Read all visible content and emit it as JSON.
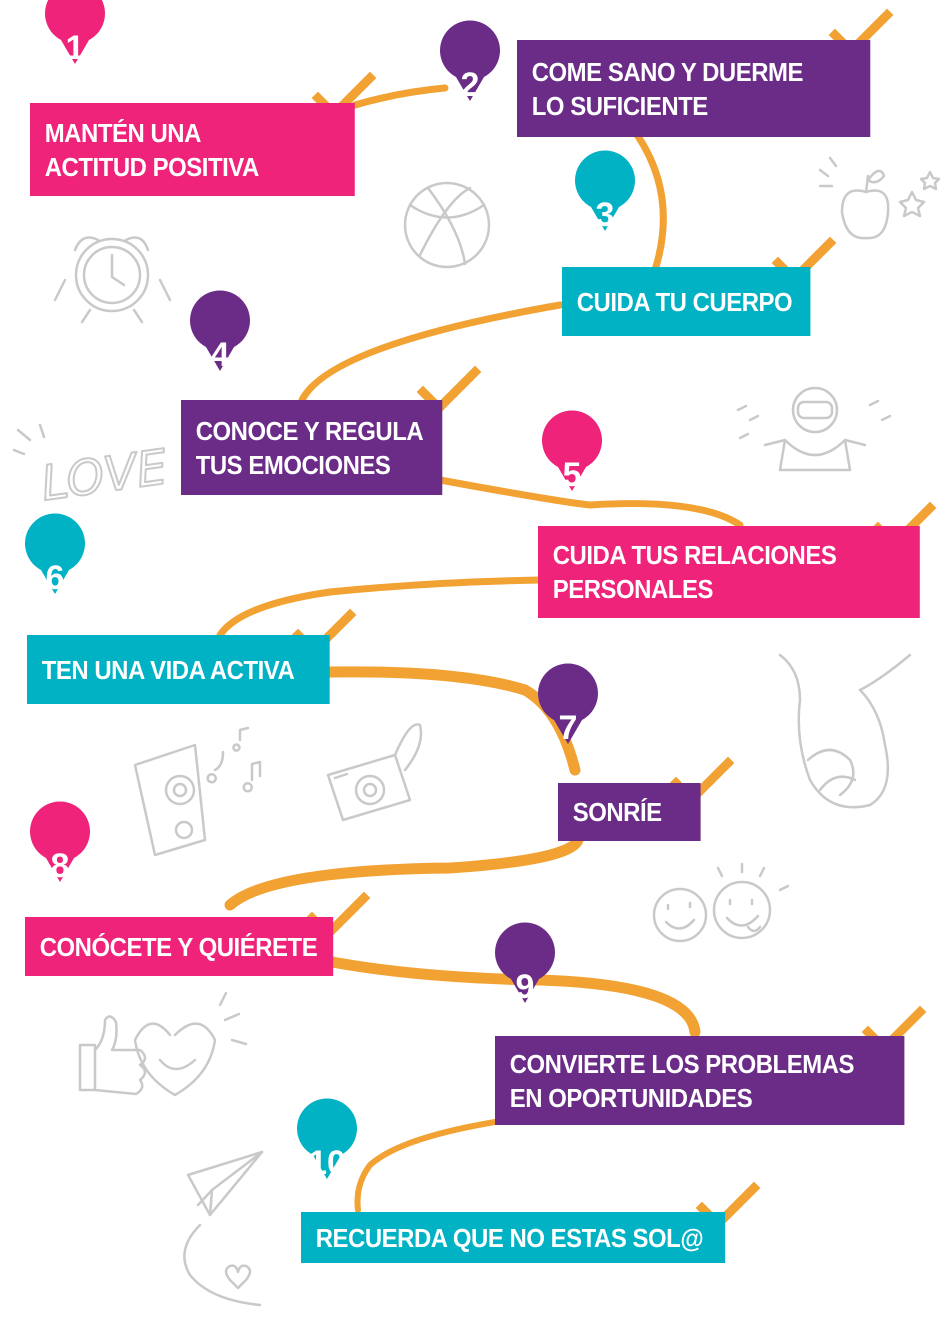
{
  "colors": {
    "pink": "#EE2379",
    "purple": "#6A2C87",
    "teal": "#00B2C4",
    "path": "#F2A233",
    "check": "#F2A233",
    "doodle": "#c9c9c9"
  },
  "doodles": {
    "love_text": "LOVE"
  },
  "steps": [
    {
      "number": "1",
      "color": "pink",
      "lines": [
        "MANTÉN UNA",
        "ACTITUD POSITIVA"
      ]
    },
    {
      "number": "2",
      "color": "purple",
      "lines": [
        "COME SANO Y DUERME",
        "LO SUFICIENTE"
      ]
    },
    {
      "number": "3",
      "color": "teal",
      "lines": [
        "CUIDA TU CUERPO"
      ]
    },
    {
      "number": "4",
      "color": "purple",
      "lines": [
        "CONOCE Y REGULA",
        "TUS EMOCIONES"
      ]
    },
    {
      "number": "5",
      "color": "pink",
      "lines": [
        "CUIDA TUS RELACIONES",
        "PERSONALES"
      ]
    },
    {
      "number": "6",
      "color": "teal",
      "lines": [
        "TEN UNA VIDA ACTIVA"
      ]
    },
    {
      "number": "7",
      "color": "purple",
      "lines": [
        "SONRÍE"
      ]
    },
    {
      "number": "8",
      "color": "pink",
      "lines": [
        "CONÓCETE Y QUIÉRETE"
      ]
    },
    {
      "number": "9",
      "color": "purple",
      "lines": [
        "CONVIERTE LOS PROBLEMAS",
        "EN OPORTUNIDADES"
      ]
    },
    {
      "number": "10",
      "color": "teal",
      "lines": [
        "RECUERDA QUE NO ESTAS SOL@"
      ]
    }
  ]
}
